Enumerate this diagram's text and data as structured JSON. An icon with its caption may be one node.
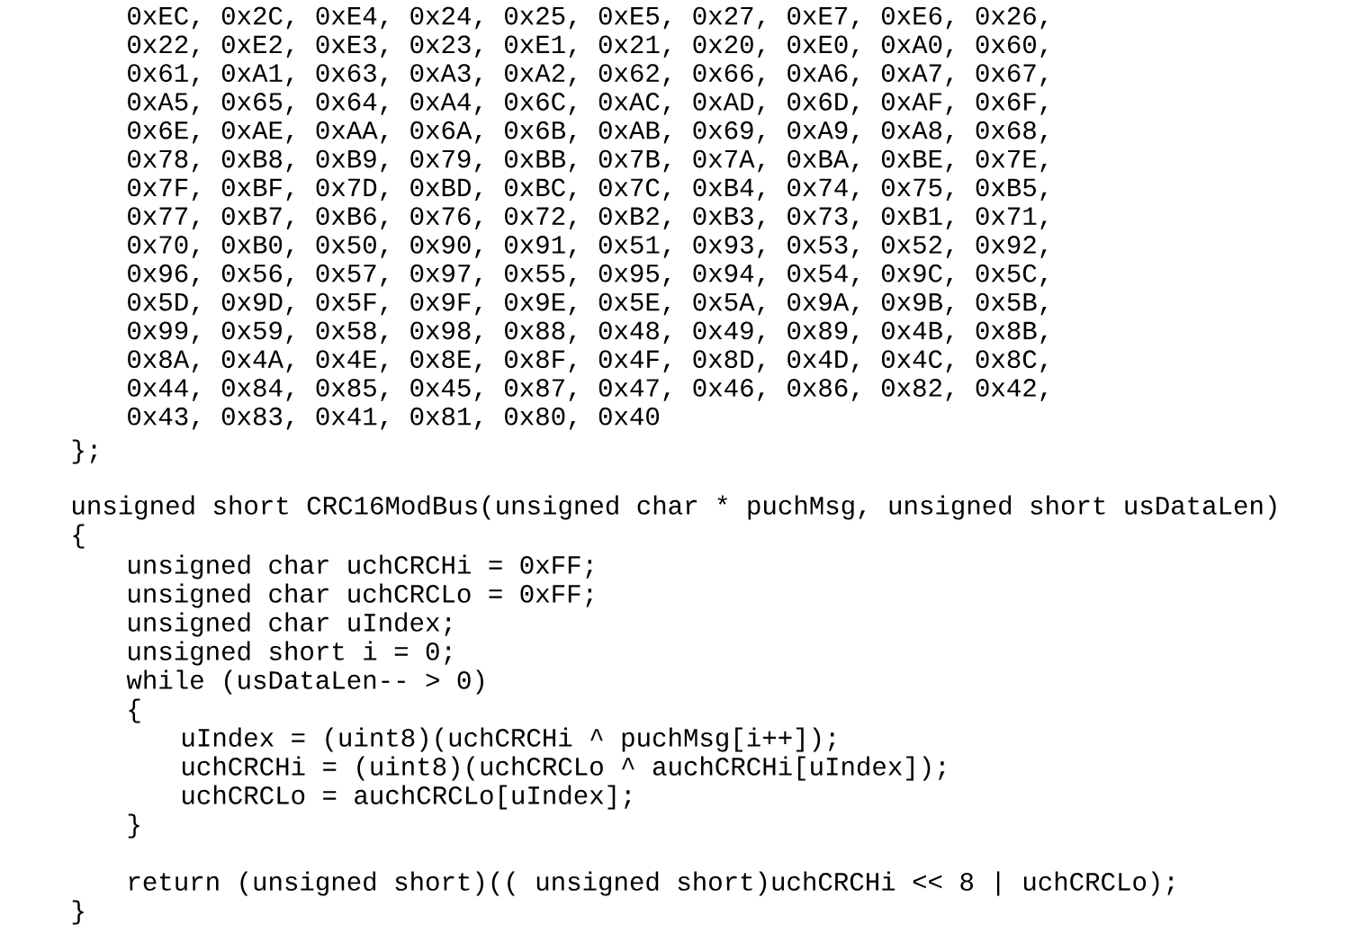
{
  "diagram": {
    "labels": [
      "0xEC, 0x2C, 0xE4, 0x24, 0x25, 0xE5, 0x27, 0xE7, 0xE6, 0x26,",
      "0x22, 0xE2, 0xE3, 0x23, 0xE1, 0x21, 0x20, 0xE0, 0xA0, 0x60,",
      "0x61, 0xA1, 0x63, 0xA3, 0xA2, 0x62, 0x66, 0xA6, 0xA7, 0x67,",
      "0xA5, 0x65, 0x64, 0xA4, 0x6C, 0xAC, 0xAD, 0x6D, 0xAF, 0x6F,",
      "0x6E, 0xAE, 0xAA, 0x6A, 0x6B, 0xAB, 0x69, 0xA9, 0xA8, 0x68,",
      "0x78, 0xB8, 0xB9, 0x79, 0xBB, 0x7B, 0x7A, 0xBA, 0xBE, 0x7E,",
      "0x7F, 0xBF, 0x7D, 0xBD, 0xBC, 0x7C, 0xB4, 0x74, 0x75, 0xB5,",
      "0x77, 0xB7, 0xB6, 0x76, 0x72, 0xB2, 0xB3, 0x73, 0xB1, 0x71,",
      "0x70, 0xB0, 0x50, 0x90, 0x91, 0x51, 0x93, 0x53, 0x52, 0x92,",
      "0x96, 0x56, 0x57, 0x97, 0x55, 0x95, 0x94, 0x54, 0x9C, 0x5C,",
      "0x5D, 0x9D, 0x5F, 0x9F, 0x9E, 0x5E, 0x5A, 0x9A, 0x9B, 0x5B,",
      "0x99, 0x59, 0x58, 0x98, 0x88, 0x48, 0x49, 0x89, 0x4B, 0x8B,",
      "0x8A, 0x4A, 0x4E, 0x8E, 0x8F, 0x4F, 0x8D, 0x4D, 0x4C, 0x8C,",
      "0x44, 0x84, 0x85, 0x45, 0x87, 0x47, 0x46, 0x86, 0x82, 0x42,",
      "0x43, 0x83, 0x41, 0x81, 0x80, 0x40",
      "};",
      "unsigned short CRC16ModBus(unsigned char * puchMsg, unsigned short usDataLen)",
      "{",
      "unsigned char uchCRCHi = 0xFF;",
      "unsigned char uchCRCLo = 0xFF;",
      "unsigned char uIndex;",
      "unsigned short i = 0;",
      "while (usDataLen-- > 0)",
      "{",
      "uIndex = (uint8)(uchCRCHi ^ puchMsg[i++]);",
      "uchCRCHi = (uint8)(uchCRCLo ^ auchCRCHi[uIndex]);",
      "uchCRCLo = auchCRCLo[uIndex];",
      "}",
      "return (unsigned short)(( unsigned short)uchCRCHi << 8 | uchCRCLo);",
      "}"
    ]
  }
}
